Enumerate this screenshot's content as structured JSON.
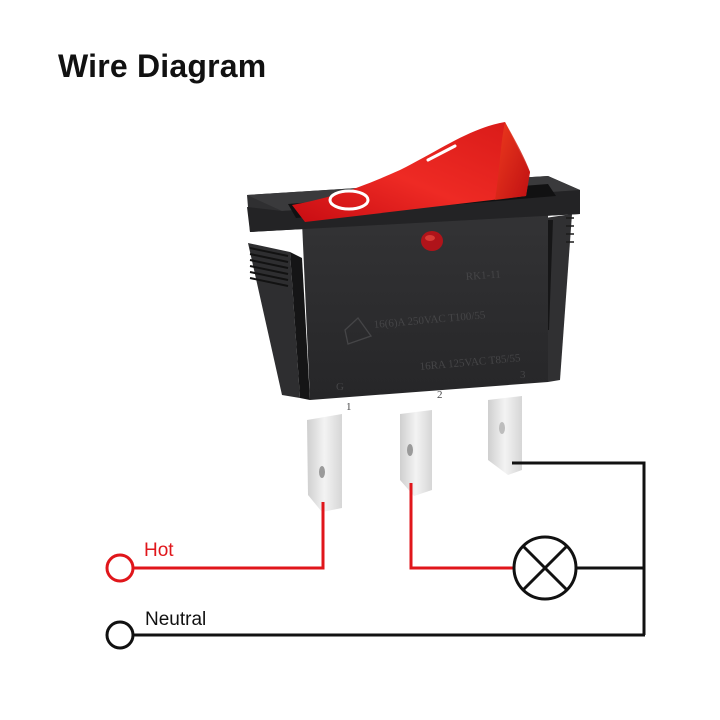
{
  "title": "Wire Diagram",
  "switch": {
    "rocker_symbols": {
      "off": "O",
      "on": "I"
    },
    "markings": {
      "model": "RK1-11",
      "rating_line1": "16(6)A 250VAC T100/55",
      "rating_line2": "16RA 125VAC T85/55",
      "mark_left": "G"
    },
    "terminals": [
      {
        "number": "1"
      },
      {
        "number": "2"
      },
      {
        "number": "3"
      }
    ]
  },
  "wires": {
    "hot": {
      "label": "Hot",
      "color": "#e0161b"
    },
    "neutral": {
      "label": "Neutral",
      "color": "#111111"
    }
  },
  "lamp": {
    "symbol": "lamp-x-circle"
  },
  "colors": {
    "rocker_red": "#e3141a",
    "housing": "#2a2a2c",
    "terminal_metal": "#e8e8e8"
  }
}
